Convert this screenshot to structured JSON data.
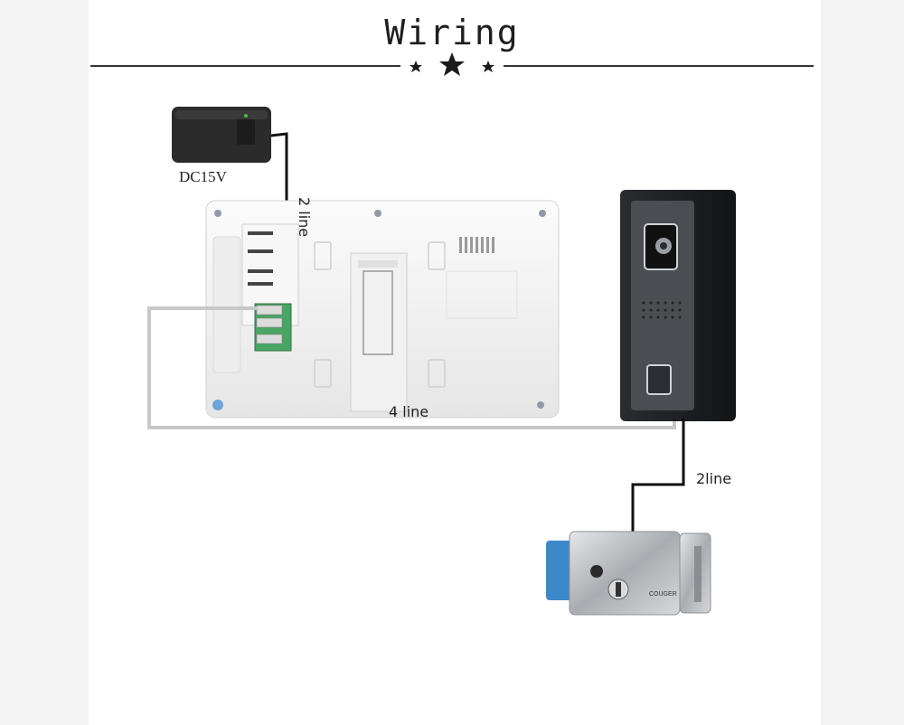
{
  "title": "Wiring",
  "labels": {
    "power": "DC15V",
    "power_cable": "2 line",
    "monitor_cable": "4 line",
    "lock_cable": "2line",
    "lock_brand": "COUGER"
  },
  "colors": {
    "wire_black": "#111111",
    "wire_gray": "#c8c8c8",
    "monitor_body": "#f4f4f4",
    "camera_body": "#1d1f22",
    "lock_steel": "#b9bcbf",
    "lock_blue": "#3d88c8"
  }
}
